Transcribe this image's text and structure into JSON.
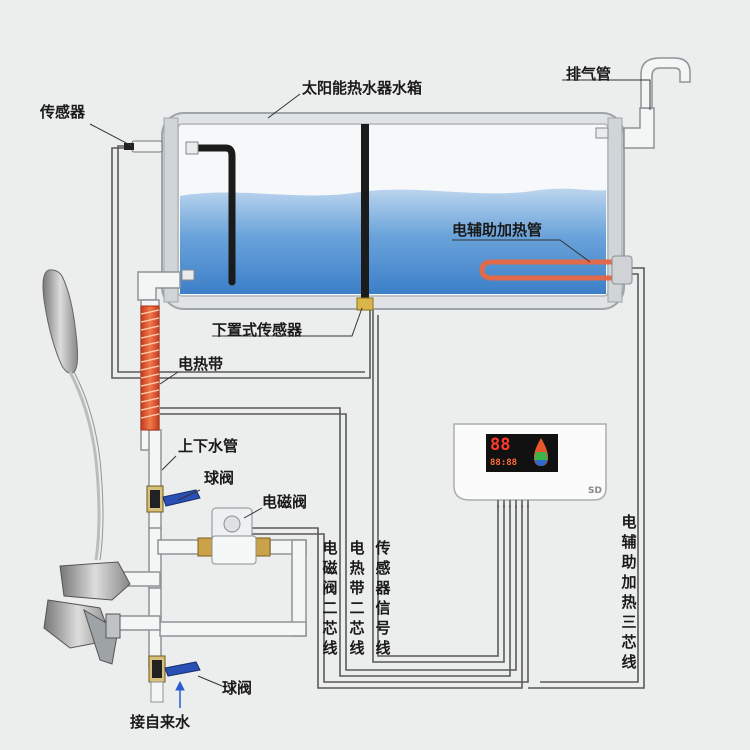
{
  "labels": {
    "tank": "太阳能热水器水箱",
    "vent_pipe": "排气管",
    "sensor": "传感器",
    "heater": "电辅助加热管",
    "bottom_sensor": "下置式传感器",
    "heat_tape": "电热带",
    "up_down_pipe": "上下水管",
    "ball_valve_top": "球阀",
    "solenoid_valve": "电磁阀",
    "ball_valve_bottom": "球阀",
    "inlet": "接自来水"
  },
  "wire_labels": {
    "solenoid_wire": "电磁阀二芯线",
    "heat_tape_wire": "电热带二芯线",
    "sensor_signal_wire": "传感器信号线",
    "heater_wire": "电辅助加热三芯线"
  },
  "controller": {
    "display_digits": "88",
    "display_small": "88:88",
    "brand": "SD"
  },
  "colors": {
    "water": "#4f8fd0",
    "heat_tape": "#e2582c",
    "heater": "#e06a4a",
    "valve_handle": "#2a4fb5",
    "pipe": "#f4f5f5",
    "wire": "#555555",
    "display_red": "#ff3a2a"
  }
}
